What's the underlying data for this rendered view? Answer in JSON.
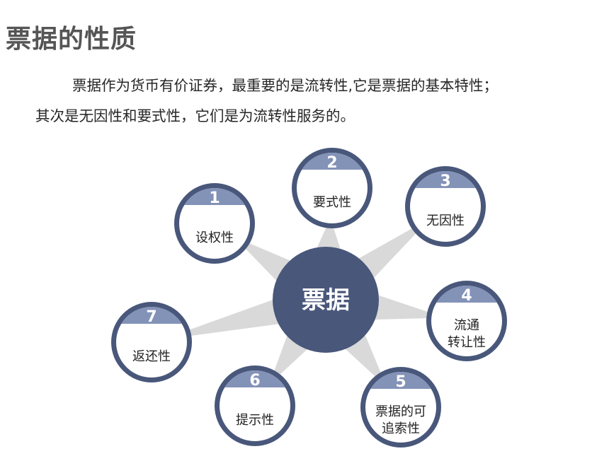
{
  "title": "票据的性质",
  "paragraph": {
    "line1": "票据作为货币有价证券，最重要的是流转性,它是票据的基本特性；",
    "line2": "其次是无因性和要式性，它们是为流转性服务的。"
  },
  "center": {
    "label": "票据"
  },
  "nodes": [
    {
      "number": "1",
      "lines": [
        "设权性"
      ]
    },
    {
      "number": "2",
      "lines": [
        "要式性"
      ]
    },
    {
      "number": "3",
      "lines": [
        "无因性"
      ]
    },
    {
      "number": "4",
      "lines": [
        "流通",
        "转让性"
      ]
    },
    {
      "number": "5",
      "lines": [
        "票据的可",
        "追索性"
      ]
    },
    {
      "number": "6",
      "lines": [
        "提示性"
      ]
    },
    {
      "number": "7",
      "lines": [
        "返还性"
      ]
    }
  ],
  "colors": {
    "ring": "#48577a",
    "center_fill": "#48577a",
    "header_fill": "#8392b7",
    "connector": "#d9d9d9",
    "node_text": "#222222",
    "header_text": "#ffffff"
  }
}
